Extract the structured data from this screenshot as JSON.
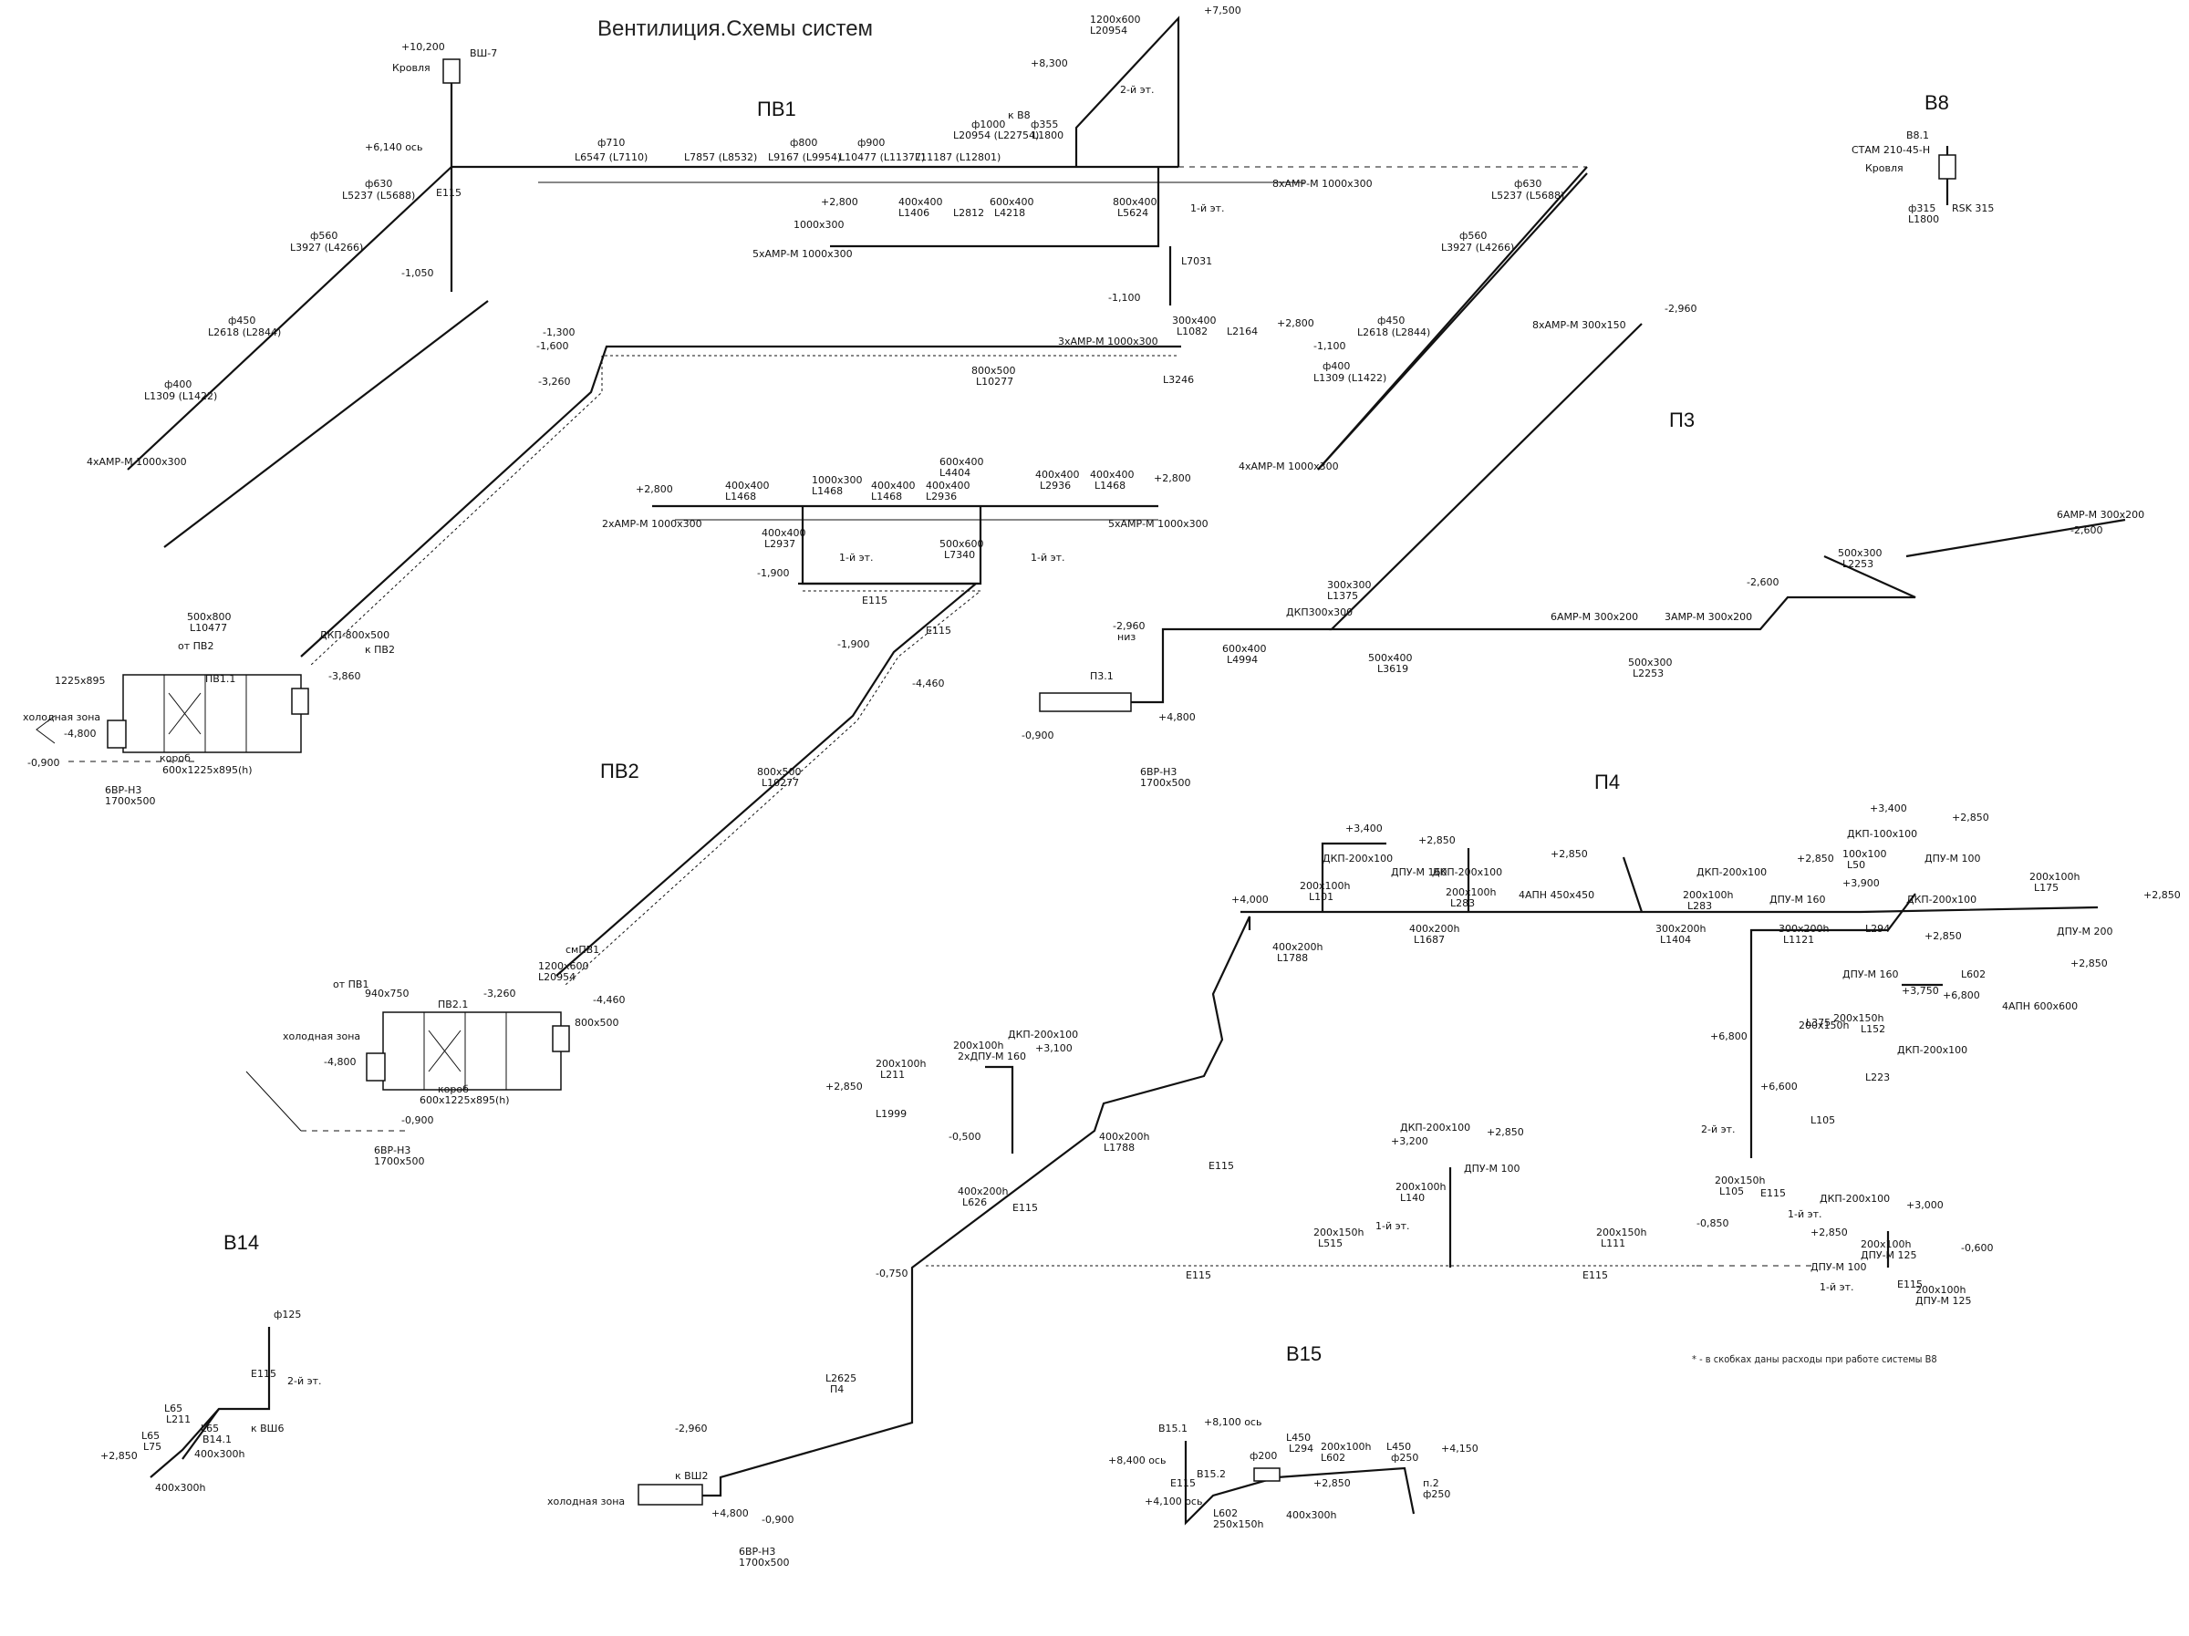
{
  "title": "Вентилиция.Схемы систем",
  "footnote": "* - в скобках даны расходы при работе системы В8",
  "systems": [
    "ПВ1",
    "В8",
    "П3",
    "ПВ2",
    "П4",
    "В14",
    "В15"
  ],
  "duct_labels": [
    "ф710",
    "L6547 (L7110)",
    "L7857 (L8532)",
    "ф800",
    "L9167 (L9954)",
    "ф900",
    "L10477 (L11377)",
    "L11187 (L12801)",
    "ф1000",
    "L20954 (L22754)",
    "ф355",
    "L1800",
    "к В8",
    "1200x600",
    "L20954",
    "ВШ-7",
    "Е115",
    "ф630",
    "L5237 (L5688)",
    "ф560",
    "L3927 (L4266)",
    "ф450",
    "L2618 (L2844)",
    "ф400",
    "L1309 (L1422)",
    "4xАМР-М 1000x300",
    "8xАМР-М 1000x300",
    "400x400",
    "L1406",
    "L2812",
    "600x400",
    "L4218",
    "800x400",
    "L5624",
    "1000x300",
    "5xАМР-М 1000x300",
    "L7031",
    "2-й эт.",
    "1-й эт.",
    "Кровля",
    "800x500",
    "L10277",
    "3xАМР-М 1000x300",
    "300x400",
    "L1082",
    "L2164",
    "L3246",
    "500x800",
    "L10477",
    "от ПВ2",
    "ДКП-800x500",
    "к ПВ2",
    "1225x895",
    "ПВ1.1",
    "короб",
    "600x1225x895(h)",
    "холодная зона",
    "6ВР-Н3",
    "1700x500",
    "L1468",
    "L2936",
    "600x400",
    "L4404",
    "2xАМР-М 1000x300",
    "5xАМР-М 1000x300",
    "L2937",
    "500x600",
    "L7340",
    "8xАМР-М 300x150",
    "300x300",
    "L1375",
    "ДКП300x300",
    "6АМР-М 300x200",
    "3АМР-М 300x200",
    "500x400",
    "L3619",
    "500x300",
    "L2253",
    "600x400",
    "L4994",
    "П3.1",
    "низ",
    "В8.1",
    "СТАМ 210-45-Н",
    "ф315",
    "RSK 315",
    "смПВ1",
    "от ПВ1",
    "940x750",
    "ПВ2.1",
    "800x500",
    "ДКП-200x100",
    "ДПУ-М 160",
    "4АПН 450x450",
    "200x100h",
    "L101",
    "L283",
    "400x200h",
    "L1788",
    "L1687",
    "300x200h",
    "L1404",
    "L1121",
    "ДКП-100x100",
    "100x100",
    "L50",
    "ДПУ-М 100",
    "L294",
    "L175",
    "ДПУ-М 200",
    "L602",
    "4АПН 600x600",
    "200x150h",
    "L152",
    "L223",
    "L375",
    "L105",
    "L211",
    "2xДПУ-М 160",
    "L1999",
    "L626",
    "L515",
    "L111",
    "L140",
    "ДПУ-М 125",
    "400x300h",
    "L2625",
    "П4",
    "к ВШ2",
    "ф125",
    "L65",
    "L75",
    "В14.1",
    "к ВШ6",
    "В15.1",
    "В15.2",
    "ф200",
    "L602",
    "250x150h",
    "L450",
    "ф250",
    "п.2"
  ],
  "levels": [
    "+10,200",
    "+8,300",
    "+7,500",
    "+6,140 ось",
    "-1,050",
    "+2,800",
    "-1,100",
    "-1,300",
    "-1,600",
    "-3,260",
    "-3,860",
    "-4,800",
    "-0,900",
    "-1,900",
    "-4,460",
    "-2,960",
    "-2,600",
    "-0,900",
    "+4,800",
    "+3,400",
    "+2,850",
    "+4,000",
    "+3,900",
    "+3,750",
    "+6,800",
    "+6,600",
    "+3,100",
    "-0,500",
    "+3,200",
    "+3,000",
    "-0,850",
    "-0,600",
    "-0,750",
    "+8,100 ось",
    "+8,400 ось",
    "+4,100 ось",
    "+4,150"
  ]
}
